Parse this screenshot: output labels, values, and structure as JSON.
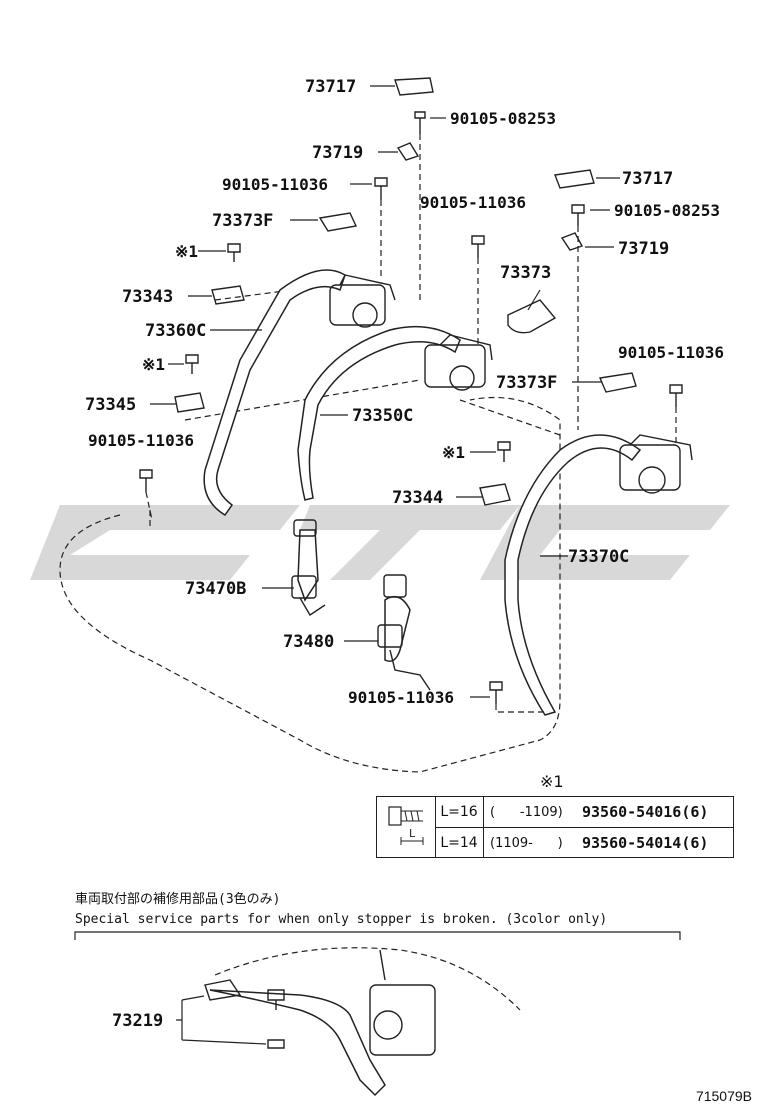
{
  "callouts": {
    "c73717_top": "73717",
    "c90105_08253_top": "90105-08253",
    "c73719_top": "73719",
    "c90105_11036_a": "90105-11036",
    "c73373F_top": "73373F",
    "c_note1_a": "※1",
    "c73343": "73343",
    "c73360C": "73360C",
    "c_note1_b": "※1",
    "c73345": "73345",
    "c90105_11036_b": "90105-11036",
    "c73717_right": "73717",
    "c90105_11036_c": "90105-11036",
    "c90105_08253_right": "90105-08253",
    "c73719_right": "73719",
    "c73373": "73373",
    "c90105_11036_d": "90105-11036",
    "c73373F_right": "73373F",
    "c73350C": "73350C",
    "c_note1_c": "※1",
    "c73344": "73344",
    "c73370C": "73370C",
    "c73470B": "73470B",
    "c73480": "73480",
    "c90105_11036_e": "90105-11036",
    "c73219": "73219"
  },
  "reference_table": {
    "mark": "※1",
    "icon": "screw-clip-icon",
    "dimension_label": "L",
    "rows": [
      {
        "length": "L=16",
        "range": "(      -1109)",
        "part_number": "93560-54016(6)"
      },
      {
        "length": "L=14",
        "range": "(1109-      )",
        "part_number": "93560-54014(6)"
      }
    ]
  },
  "notes": {
    "jp": "車両取付部の補修用部品(3色のみ)",
    "en": "Special service parts for when only stopper is broken. (3color only)"
  },
  "diagram_id": "715079B",
  "colors": {
    "ink": "#222222",
    "watermark": "#d8d8d8",
    "background": "#ffffff"
  }
}
